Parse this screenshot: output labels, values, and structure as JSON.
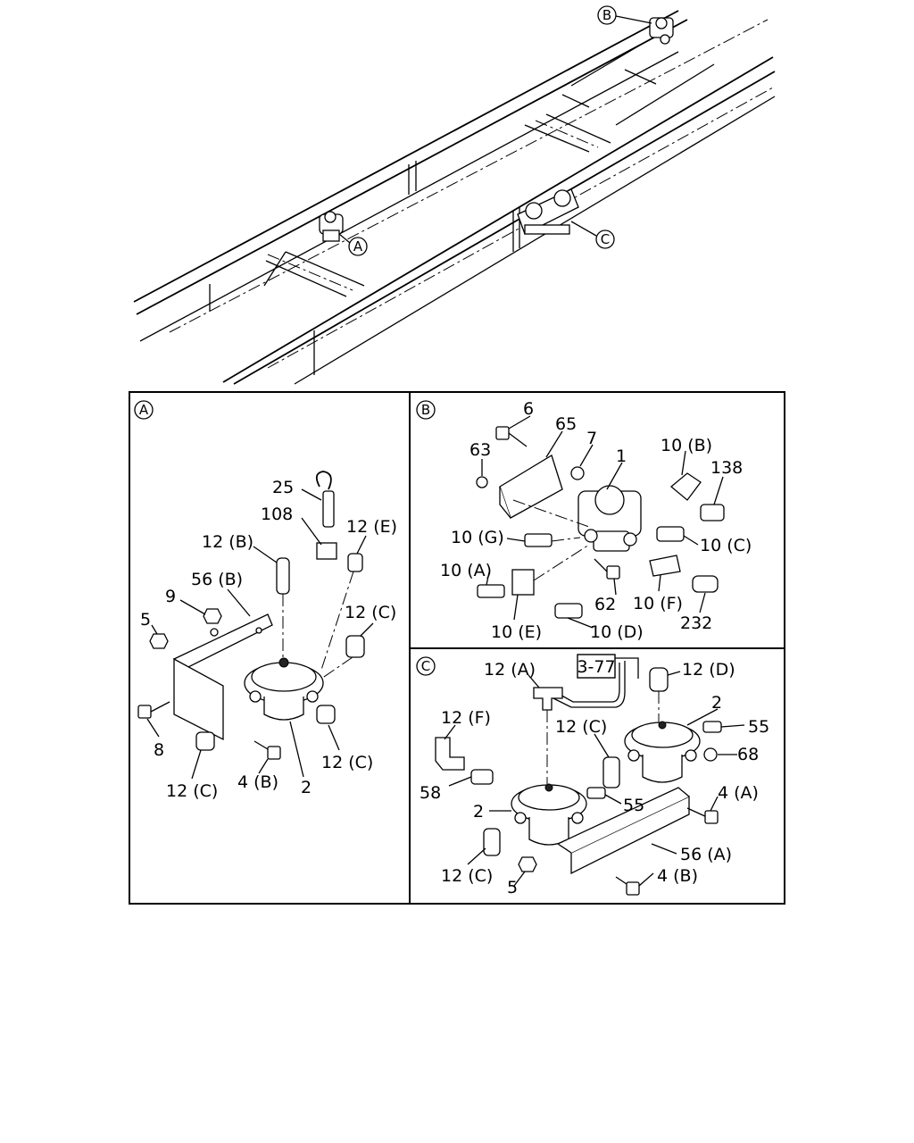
{
  "overview": {
    "markers": {
      "a": "A",
      "b": "B",
      "c": "C"
    }
  },
  "detail_a": {
    "marker": "A",
    "labels": {
      "p25": "25",
      "p108": "108",
      "p12e": "12 (E)",
      "p12b": "12 (B)",
      "p56b": "56 (B)",
      "p9": "9",
      "p5": "5",
      "p12c_r": "12 (C)",
      "p8": "8",
      "p12c_b1": "12 (C)",
      "p4b": "4 (B)",
      "p2": "2",
      "p12c_b2": "12 (C)"
    }
  },
  "detail_b": {
    "marker": "B",
    "labels": {
      "p6": "6",
      "p65": "65",
      "p7": "7",
      "p63": "63",
      "p1": "1",
      "p10b": "10 (B)",
      "p138": "138",
      "p10g": "10 (G)",
      "p10c": "10 (C)",
      "p10a": "10 (A)",
      "p62": "62",
      "p10f": "10 (F)",
      "p232": "232",
      "p10e": "10 (E)",
      "p10d": "10 (D)"
    }
  },
  "detail_c": {
    "marker": "C",
    "ref_box": "3-77",
    "labels": {
      "p12a": "12 (A)",
      "p12d": "12 (D)",
      "p2_top": "2",
      "p55_top": "55",
      "p12f": "12 (F)",
      "p12c_mid": "12 (C)",
      "p68": "68",
      "p58": "58",
      "p4a": "4 (A)",
      "p2_bot": "2",
      "p55_bot": "55",
      "p56a": "56 (A)",
      "p12c_low": "12 (C)",
      "p4b": "4 (B)",
      "p5": "5"
    }
  }
}
